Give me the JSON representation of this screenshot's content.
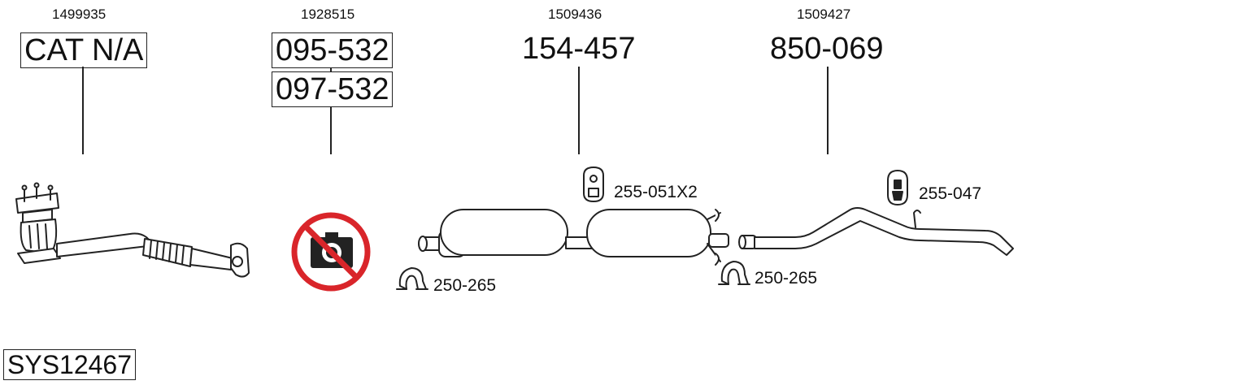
{
  "columns": [
    {
      "code": "1499935",
      "parts": [
        "CAT N/A"
      ]
    },
    {
      "code": "1928515",
      "parts": [
        "095-532",
        "097-532"
      ]
    },
    {
      "code": "1509436",
      "part": "154-457"
    },
    {
      "code": "1509427",
      "part": "850-069"
    }
  ],
  "accessories": {
    "hanger_middle": "255-051X2",
    "hanger_rear": "255-047",
    "clamp_left": "250-265",
    "clamp_right": "250-265"
  },
  "system_code": "SYS12467",
  "icons": {
    "no_photo": "no-camera-prohibited-icon",
    "prohibit_color": "#d9252a"
  }
}
